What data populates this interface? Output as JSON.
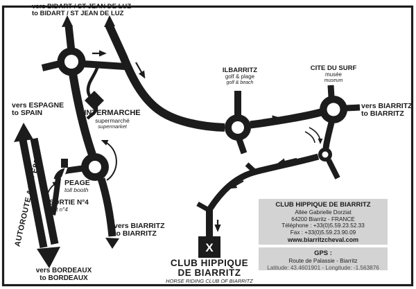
{
  "colors": {
    "road": "#1c1c1c",
    "box_bg": "#d3d3d3",
    "coords_text": "#4a4a4a"
  },
  "labels": {
    "bidart": {
      "fr": "vers BIDART / ST JEAN DE LUZ",
      "en": "to BIDART / ST JEAN DE LUZ"
    },
    "espagne": {
      "fr": "vers ESPAGNE",
      "en": "to SPAIN"
    },
    "autoroute": "AUTOROUTE A63 - E80",
    "intermarche": {
      "name": "INTERMARCHE",
      "fr": "supermarché",
      "en": "supermarket"
    },
    "peage": {
      "name": "PEAGE",
      "en": "toll booth"
    },
    "sortie": {
      "name": "SORTIE N°4",
      "en": "exit n°4"
    },
    "bordeaux": {
      "fr": "vers BORDEAUX",
      "en": "to BORDEAUX"
    },
    "biarritz_southwest": {
      "fr": "vers BIARRITZ",
      "en": "to BIARRITZ"
    },
    "ilbarritz": {
      "name": "ILBARRITZ",
      "fr": "golf & plage",
      "en": "golf & beach"
    },
    "cite_du_surf": {
      "name": "CITE DU SURF",
      "fr": "musée",
      "en": "museum"
    },
    "biarritz_east": {
      "fr": "vers BIARRITZ",
      "en": "to BIARRITZ"
    },
    "destination": {
      "marker": "X",
      "line1": "CLUB HIPPIQUE",
      "line2": "DE BIARRITZ",
      "en": "HORSE RIDING CLUB OF BIARRITZ"
    }
  },
  "address_box": {
    "title": "CLUB HIPPIQUE DE BIARRITZ",
    "address1": "Allée Gabrielle Dorziat",
    "address2": "64200 Biarritz - FRANCE",
    "phone": "Téléphone : +33(0)5.59.23.52.33",
    "fax": "Fax : +33(0)5.59.23.90.09",
    "website": "www.biarritzcheval.com"
  },
  "gps_box": {
    "title": "GPS :",
    "road": "Route de Palassie - Biarritz",
    "coords": "Latitude: 43.4601901  -  Longitude: -1.563876"
  }
}
